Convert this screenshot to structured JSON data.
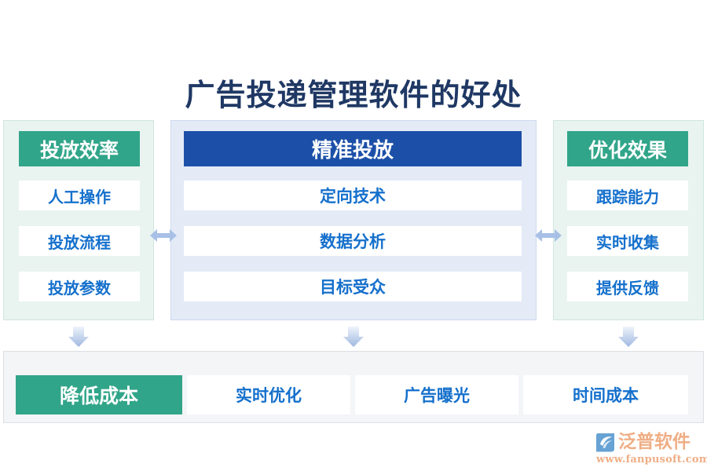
{
  "title": "广告投递管理软件的好处",
  "colors": {
    "title_text": "#1f3864",
    "teal_accent": "#31a589",
    "blue_accent": "#1c50a8",
    "item_text": "#1570cc",
    "side_panel_bg": "#e9f4f0",
    "center_panel_bg": "#e4ebf7",
    "bottom_panel_bg": "#f4f5f7",
    "arrow": "#a8c0e6",
    "logo": "#e98f57"
  },
  "columns": {
    "left": {
      "header": "投放效率",
      "items": [
        "人工操作",
        "投放流程",
        "投放参数"
      ]
    },
    "center": {
      "header": "精准投放",
      "items": [
        "定向技术",
        "数据分析",
        "目标受众"
      ]
    },
    "right": {
      "header": "优化效果",
      "items": [
        "跟踪能力",
        "实时收集",
        "提供反馈"
      ]
    }
  },
  "bottom": {
    "items": [
      "降低成本",
      "实时优化",
      "广告曝光",
      "时间成本"
    ]
  },
  "arrows": {
    "horizontal": [
      "left-right-arrow",
      "left-right-arrow"
    ],
    "down": [
      "down-arrow",
      "down-arrow",
      "down-arrow"
    ]
  },
  "logo": {
    "name": "泛普软件",
    "url": "www.fanpusoft.com"
  }
}
